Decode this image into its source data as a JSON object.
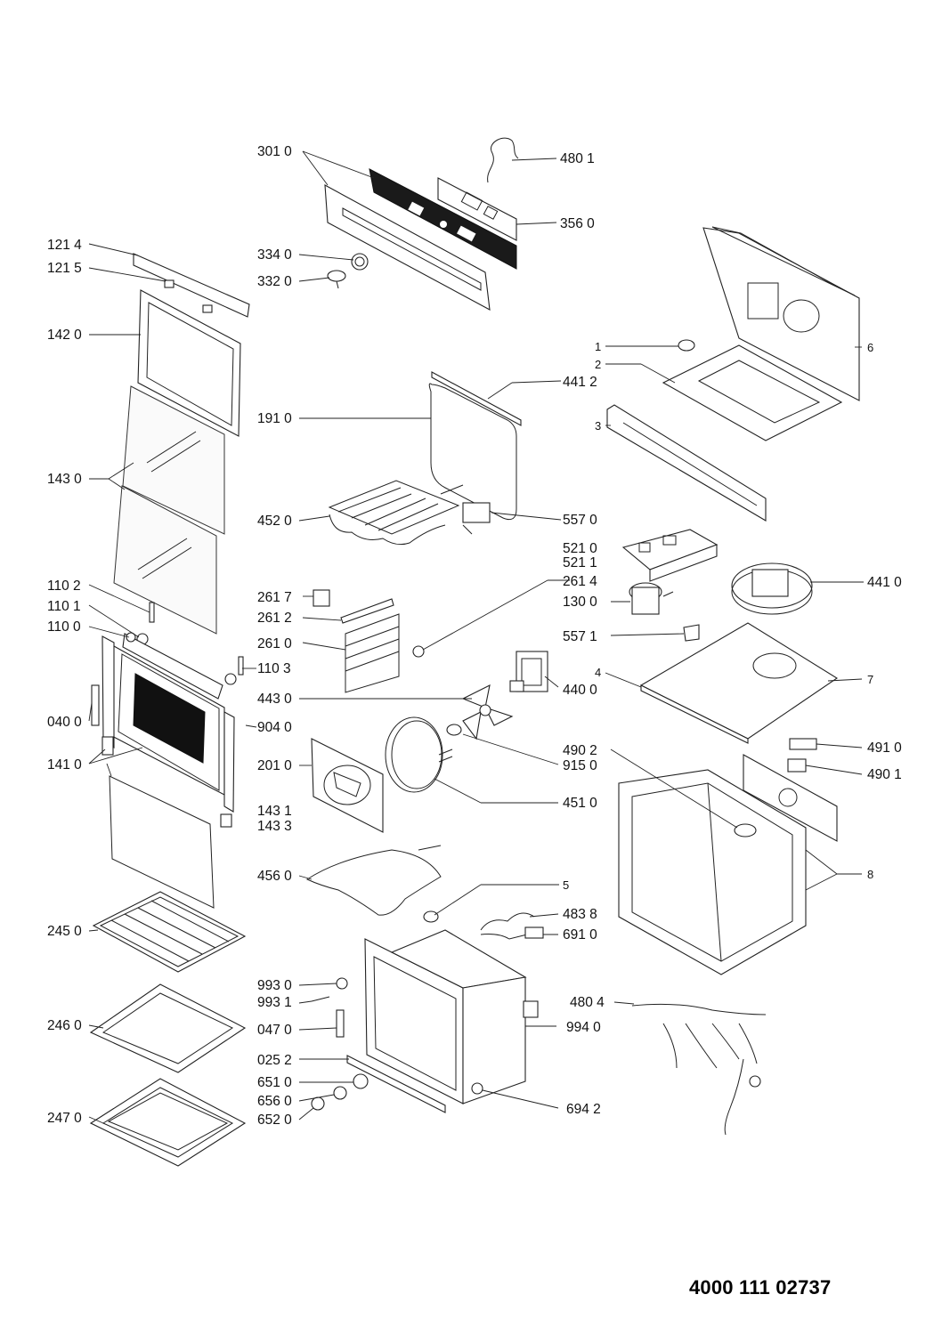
{
  "document_number": "4000 111 02737",
  "callouts": {
    "p3010": "301 0",
    "p4801": "480 1",
    "p3560": "356 0",
    "p1214": "121 4",
    "p1215": "121 5",
    "p3340": "334 0",
    "p3320": "332 0",
    "p1420": "142 0",
    "p4412": "441 2",
    "p1910": "191 0",
    "p1430": "143 0",
    "p4520": "452 0",
    "p5570": "557 0",
    "p5210": "521 0",
    "p5211": "521 1",
    "p2614": "261 4",
    "p4410": "441 0",
    "p1300": "130 0",
    "p1102": "110 2",
    "p1101": "110 1",
    "p1100": "110 0",
    "p2617": "261 7",
    "p2612": "261 2",
    "p2610": "261 0",
    "p1103": "110 3",
    "p5571": "557 1",
    "p4430": "443 0",
    "p4400": "440 0",
    "p0400": "040 0",
    "p9040": "904 0",
    "p4902": "490 2",
    "p9150": "915 0",
    "p1410": "141 0",
    "p2010": "201 0",
    "p4910": "491 0",
    "p4901": "490 1",
    "p4510": "451 0",
    "p1431": "143 1",
    "p1433": "143 3",
    "p4560": "456 0",
    "p2450": "245 0",
    "p4838": "483 8",
    "p6910": "691 0",
    "p9930": "993 0",
    "p9931": "993 1",
    "p4804": "480 4",
    "p2460": "246 0",
    "p0470": "047 0",
    "p9940": "994 0",
    "p0252": "025 2",
    "p6510": "651 0",
    "p6560": "656 0",
    "p6942": "694 2",
    "p6520": "652 0",
    "p2470": "247 0",
    "n1": "1",
    "n2": "2",
    "n3": "3",
    "n4": "4",
    "n5": "5",
    "n6": "6",
    "n7": "7",
    "n8": "8"
  }
}
